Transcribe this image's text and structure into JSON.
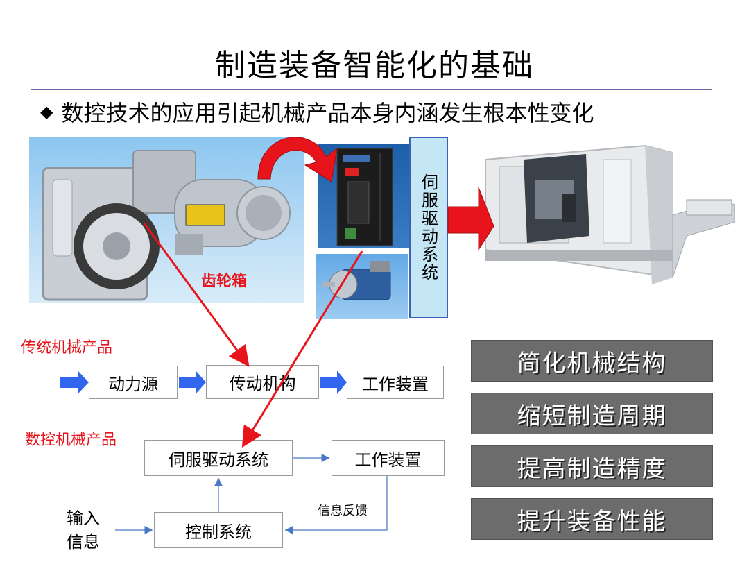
{
  "title": "制造装备智能化的基础",
  "bullet": "数控技术的应用引起机械产品本身内涵发生根本性变化",
  "photo_labels": {
    "servo_system": "伺服驱动系统",
    "gearbox": "齿轮箱"
  },
  "traditional": {
    "label": "传统机械产品",
    "boxes": [
      "动力源",
      "传动机构",
      "工作装置"
    ]
  },
  "cnc": {
    "label": "数控机械产品",
    "servo_box": "伺服驱动系统",
    "work_box": "工作装置",
    "control_box": "控制系统",
    "input_label": "输入信息",
    "feedback_label": "信息反馈"
  },
  "benefits": [
    "简化机械结构",
    "缩短制造周期",
    "提高制造精度",
    "提升装备性能"
  ],
  "colors": {
    "accent_red": "#e8141c",
    "flow_blue": "#3366ee",
    "benefit_bg": "#6c6c6c",
    "servo_box_bg": "#c5e6f4"
  }
}
